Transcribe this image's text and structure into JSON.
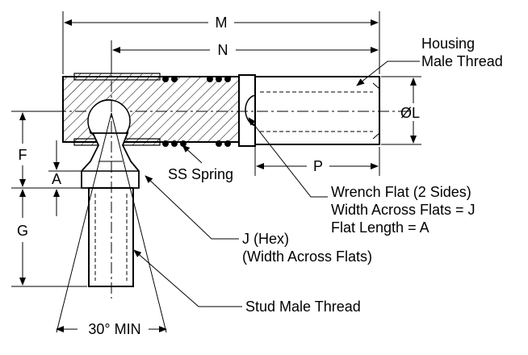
{
  "labels": {
    "M": "M",
    "N": "N",
    "P": "P",
    "L": "ØL",
    "F": "F",
    "A": "A",
    "G": "G",
    "housing_line1": "Housing",
    "housing_line2": "Male Thread",
    "ss_spring": "SS Spring",
    "wrench_line1": "Wrench Flat (2 Sides)",
    "wrench_line2": "Width Across Flats = J",
    "wrench_line3": "Flat Length = A",
    "hex_line1": "J (Hex)",
    "hex_line2": "(Width Across  Flats)",
    "stud_thread": "Stud Male Thread",
    "angle": "30°  MIN"
  }
}
